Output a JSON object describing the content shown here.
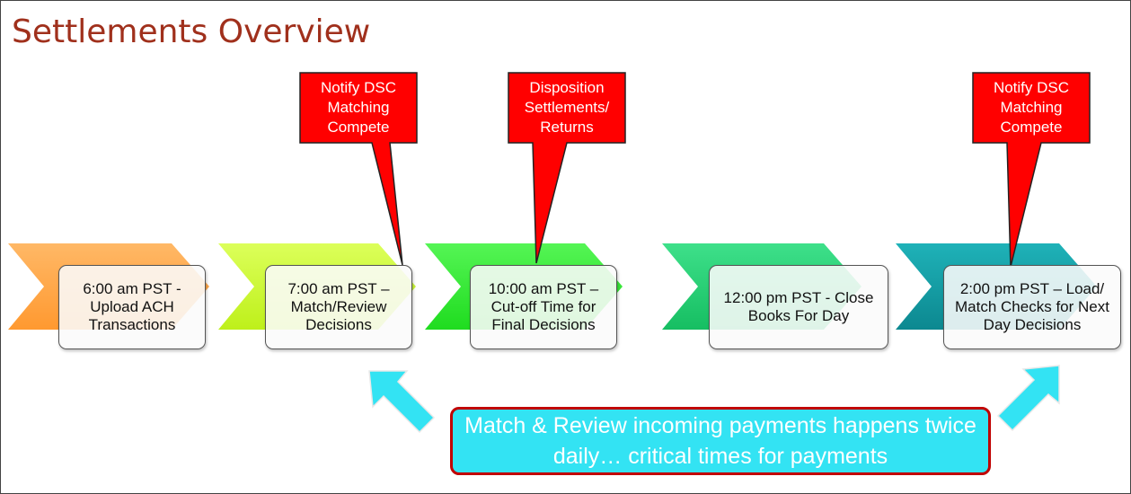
{
  "title": "Settlements Overview",
  "steps": [
    {
      "text": "6:00 am PST - Upload ACH Transactions",
      "color": "#ffa040"
    },
    {
      "text": "7:00 am PST – Match/Review Decisions",
      "color": "#ccff33"
    },
    {
      "text": "10:00 am PST – Cut-off Time for Final Decisions",
      "color": "#33ee33"
    },
    {
      "text": "12:00 pm PST - Close Books For Day",
      "color": "#22cc77"
    },
    {
      "text": "2:00 pm PST – Load/ Match Checks for Next Day Decisions",
      "color": "#119aa0"
    }
  ],
  "callouts": [
    {
      "text": "Notify DSC Matching Compete"
    },
    {
      "text": "Disposition Settlements/ Returns"
    },
    {
      "text": "Notify DSC Matching Compete"
    }
  ],
  "banner": {
    "text": "Match & Review incoming payments happens twice daily… critical times for payments"
  },
  "colors": {
    "title": "#a0301c",
    "callout": "#ff0000",
    "banner_fill": "#33e3f3",
    "banner_border": "#c00000",
    "arrow": "#33e3f3"
  }
}
